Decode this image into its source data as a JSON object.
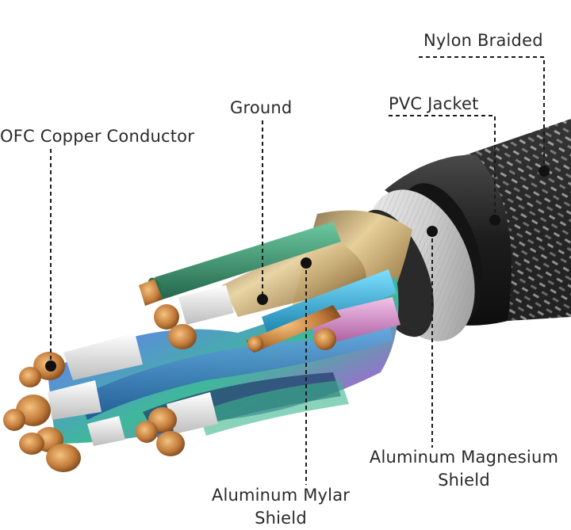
{
  "labels": {
    "nylon_braided": "Nylon Braided",
    "pvc_jacket": "PVC Jacket",
    "ground": "Ground",
    "ofc_copper": "OFC Copper Conductor",
    "aluminum_magnesium_line1": "Aluminum Magnesium",
    "aluminum_magnesium_line2": "Shield",
    "aluminum_mylar_line1": "Aluminum Mylar",
    "aluminum_mylar_line2": "Shield"
  },
  "colors": {
    "jacket": "#1f1f1f",
    "braid": "#3a3a3a",
    "magnesium_shield": "#d8d8d8",
    "mylar_foil": "#c9a86a",
    "copper": "#c07a3a",
    "wire_green": "#3d9a74",
    "wire_blue": "#2a7fd0",
    "wire_cyan": "#1aa7d8",
    "wire_pink": "#d98fc8",
    "insulation_white": "#eeeeee",
    "leader_line": "#1a1a1a"
  }
}
